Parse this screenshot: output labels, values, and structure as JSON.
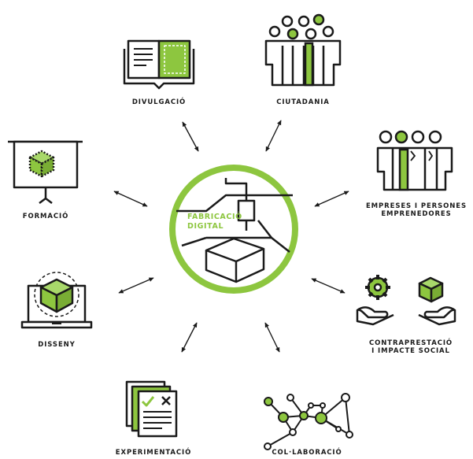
{
  "colors": {
    "accent": "#8dc63f",
    "ink": "#1a1a1a",
    "background": "#ffffff"
  },
  "center": {
    "title_line1": "FABRICACIÓ",
    "title_line2": "DIGITAL",
    "icon": "3d-printer-icon"
  },
  "nodes": [
    {
      "id": "divulgacio",
      "label": "DIVULGACIÓ",
      "icon": "open-book-icon"
    },
    {
      "id": "ciutadania",
      "label": "CIUTADANIA",
      "icon": "crowd-icon"
    },
    {
      "id": "empreses",
      "label_line1": "EMPRESES I PERSONES",
      "label_line2": "EMPRENEDORES",
      "icon": "business-people-icon"
    },
    {
      "id": "contraprestacio",
      "label_line1": "CONTRAPRESTACIÓ",
      "label_line2": "I IMPACTE SOCIAL",
      "icon": "hands-giving-icon"
    },
    {
      "id": "col-laboracio",
      "label": "COL·LABORACIÓ",
      "icon": "network-icon"
    },
    {
      "id": "experimentacio",
      "label": "EXPERIMENTACIÓ",
      "icon": "checklist-icon"
    },
    {
      "id": "disseny",
      "label": "DISSENY",
      "icon": "laptop-cube-icon"
    },
    {
      "id": "formacio",
      "label": "FORMACIÓ",
      "icon": "presentation-board-icon"
    }
  ]
}
